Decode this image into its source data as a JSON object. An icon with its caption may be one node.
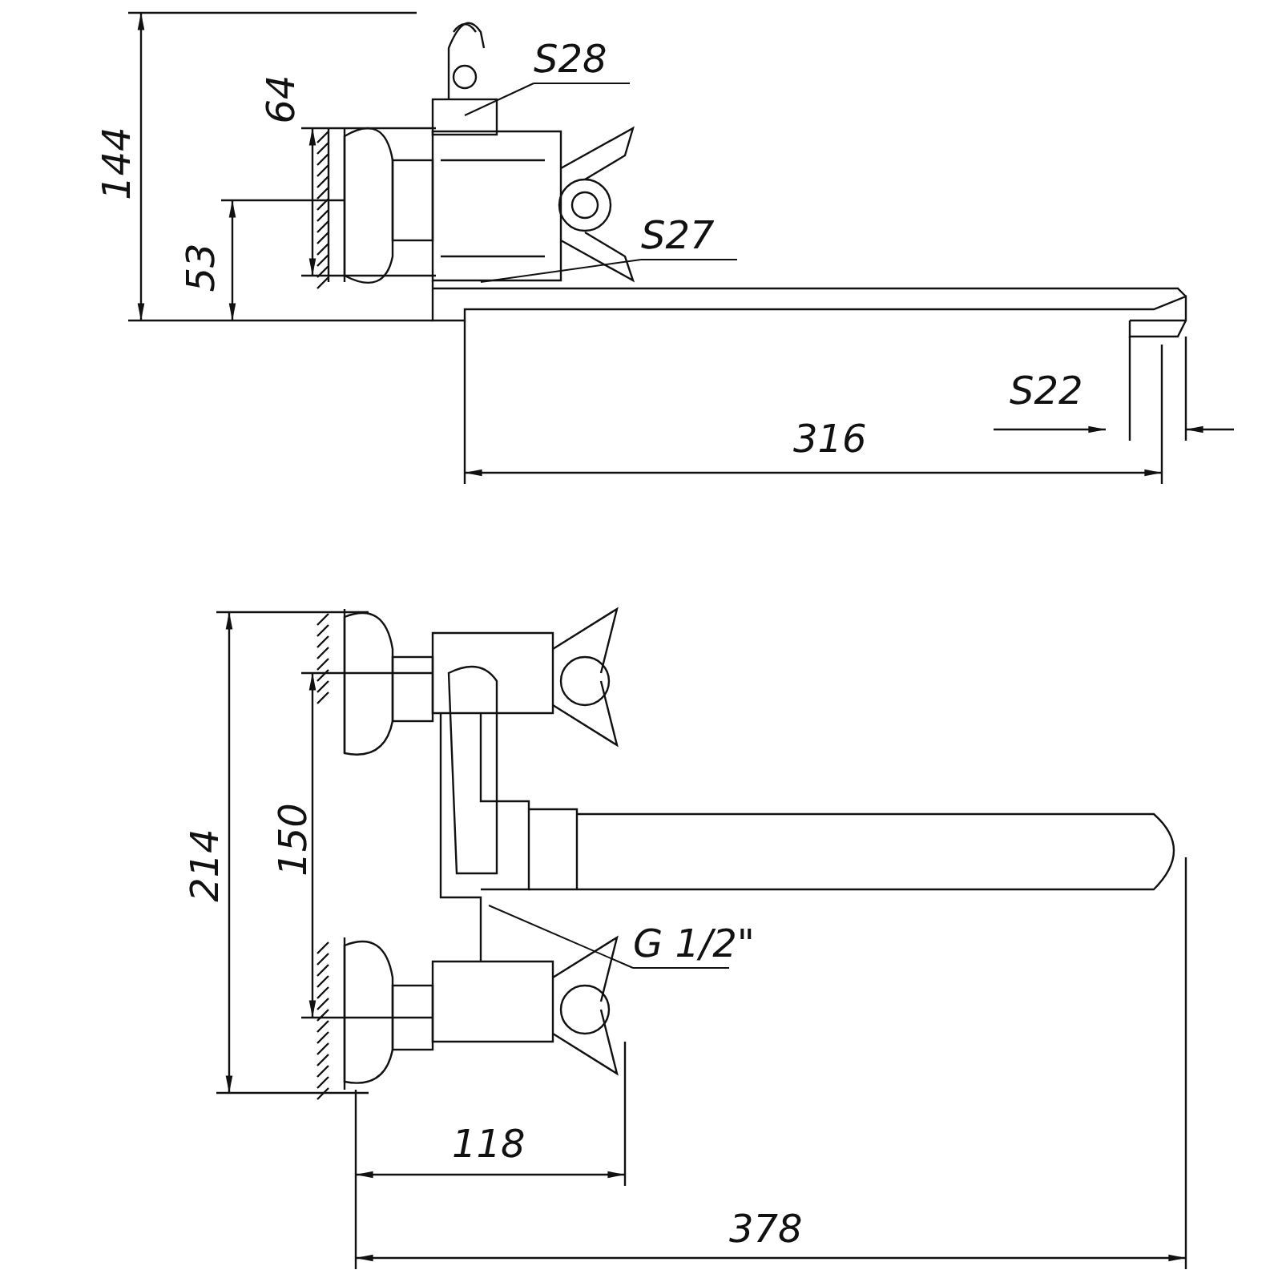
{
  "diagram": {
    "nodes": [
      {
        "text": [
          "S28"
        ]
      },
      {
        "text": [
          "S27"
        ]
      },
      {
        "text": [
          "G 1/2\""
        ]
      }
    ],
    "edges": [
      {
        "from": 0,
        "to": null,
        "arrow": "none"
      },
      {
        "from": 1,
        "to": null,
        "arrow": "none"
      },
      {
        "from": 2,
        "to": null,
        "arrow": "none"
      }
    ],
    "labels": [
      "144",
      "64",
      "53",
      "S22",
      "316",
      "214",
      "150",
      "118",
      "378"
    ]
  }
}
